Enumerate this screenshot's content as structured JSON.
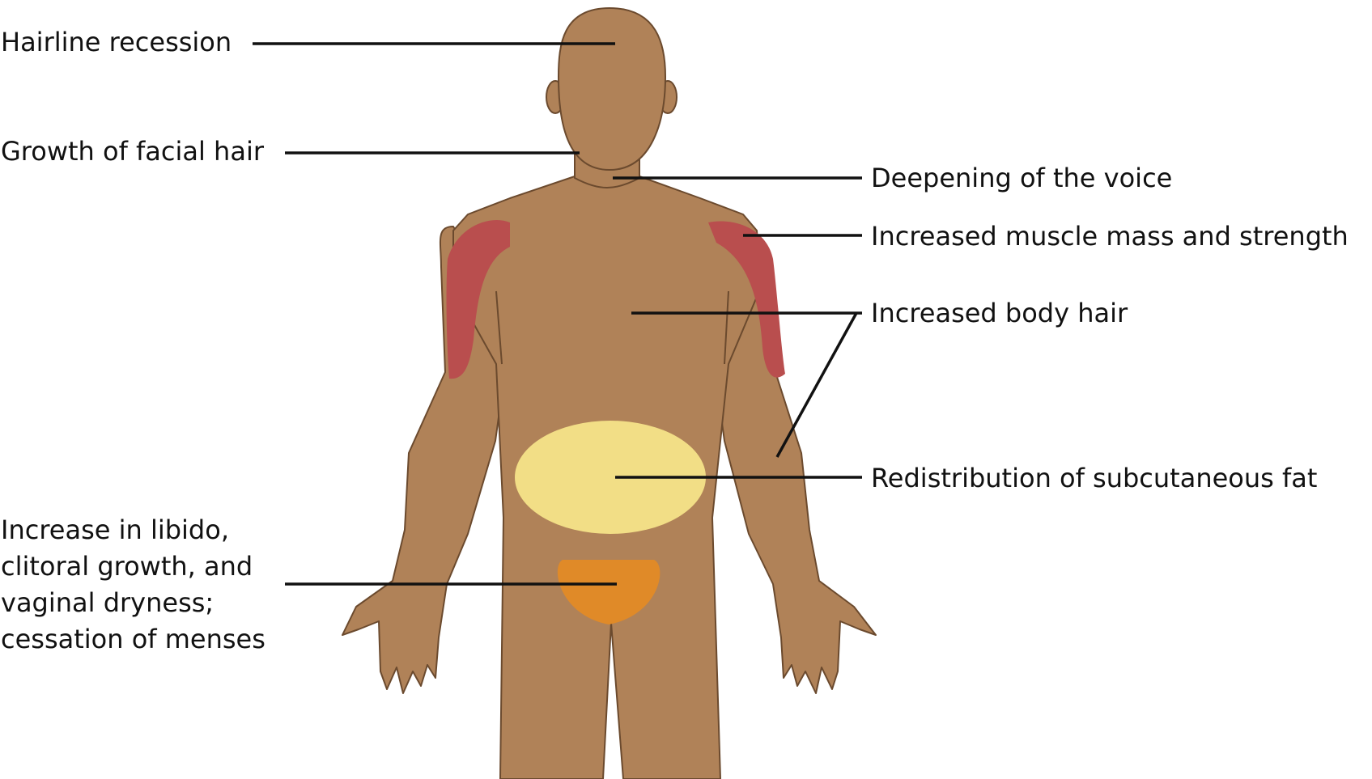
{
  "labels": {
    "hairline": "Hairline recession",
    "facial_hair": "Growth of facial hair",
    "voice": "Deepening of the voice",
    "muscle": "Increased muscle mass and strength",
    "body_hair": "Increased body hair",
    "fat": "Redistribution of subcutaneous fat",
    "libido": [
      "Increase in libido,",
      "clitoral growth, and",
      "vaginal dryness;",
      "cessation of menses"
    ]
  },
  "colors": {
    "skin": "#B08258",
    "outline": "#6B4A2E",
    "muscle": "#B94E4E",
    "fat": "#F2DE86",
    "pelvic": "#E08A28",
    "line": "#111111"
  }
}
